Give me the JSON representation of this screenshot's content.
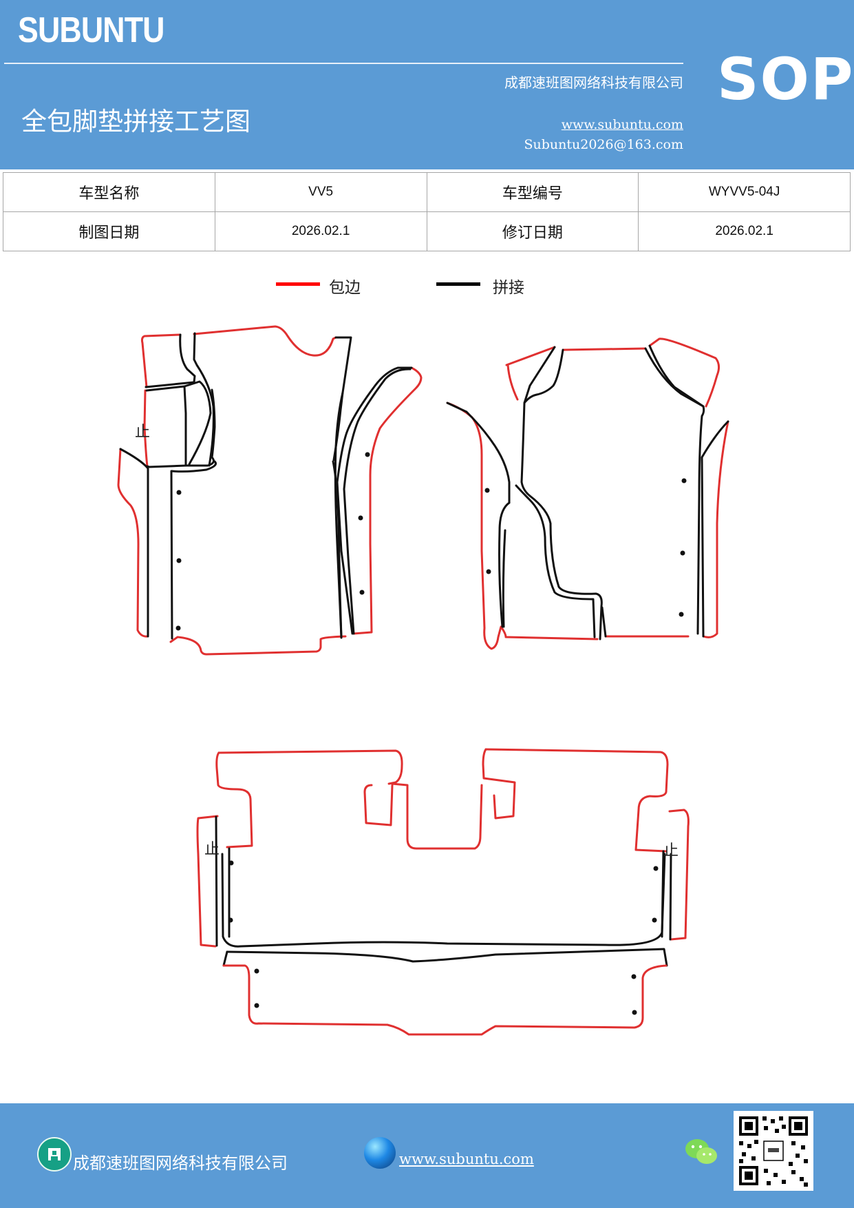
{
  "header": {
    "brand": "SUBUNTU",
    "doc_type": "SOP",
    "company": "成都速班图网络科技有限公司",
    "title": "全包脚垫拼接工艺图",
    "website": "www.subuntu.com",
    "email": "Subuntu2026@163.com"
  },
  "info_table": {
    "rows": [
      [
        "车型名称",
        "VV5",
        "车型编号",
        "WYVV5-04J"
      ],
      [
        "制图日期",
        "2026.02.1",
        "修订日期",
        "2026.02.1"
      ]
    ]
  },
  "legend": [
    {
      "label": "包边",
      "color": "#ff0000"
    },
    {
      "label": "拼接",
      "color": "#000000"
    }
  ],
  "drawing": {
    "stop_marks": [
      "止",
      "止",
      "止"
    ],
    "edge_color": "#e03030",
    "seam_color": "#111111"
  },
  "footer": {
    "company": "成都速班图网络科技有限公司",
    "website": "www.subuntu.com",
    "icons": [
      "company-icon",
      "globe-icon",
      "wechat-icon",
      "qr-code"
    ]
  },
  "colors": {
    "header_bg": "#5b9bd5",
    "border": "#a6a6a6"
  }
}
